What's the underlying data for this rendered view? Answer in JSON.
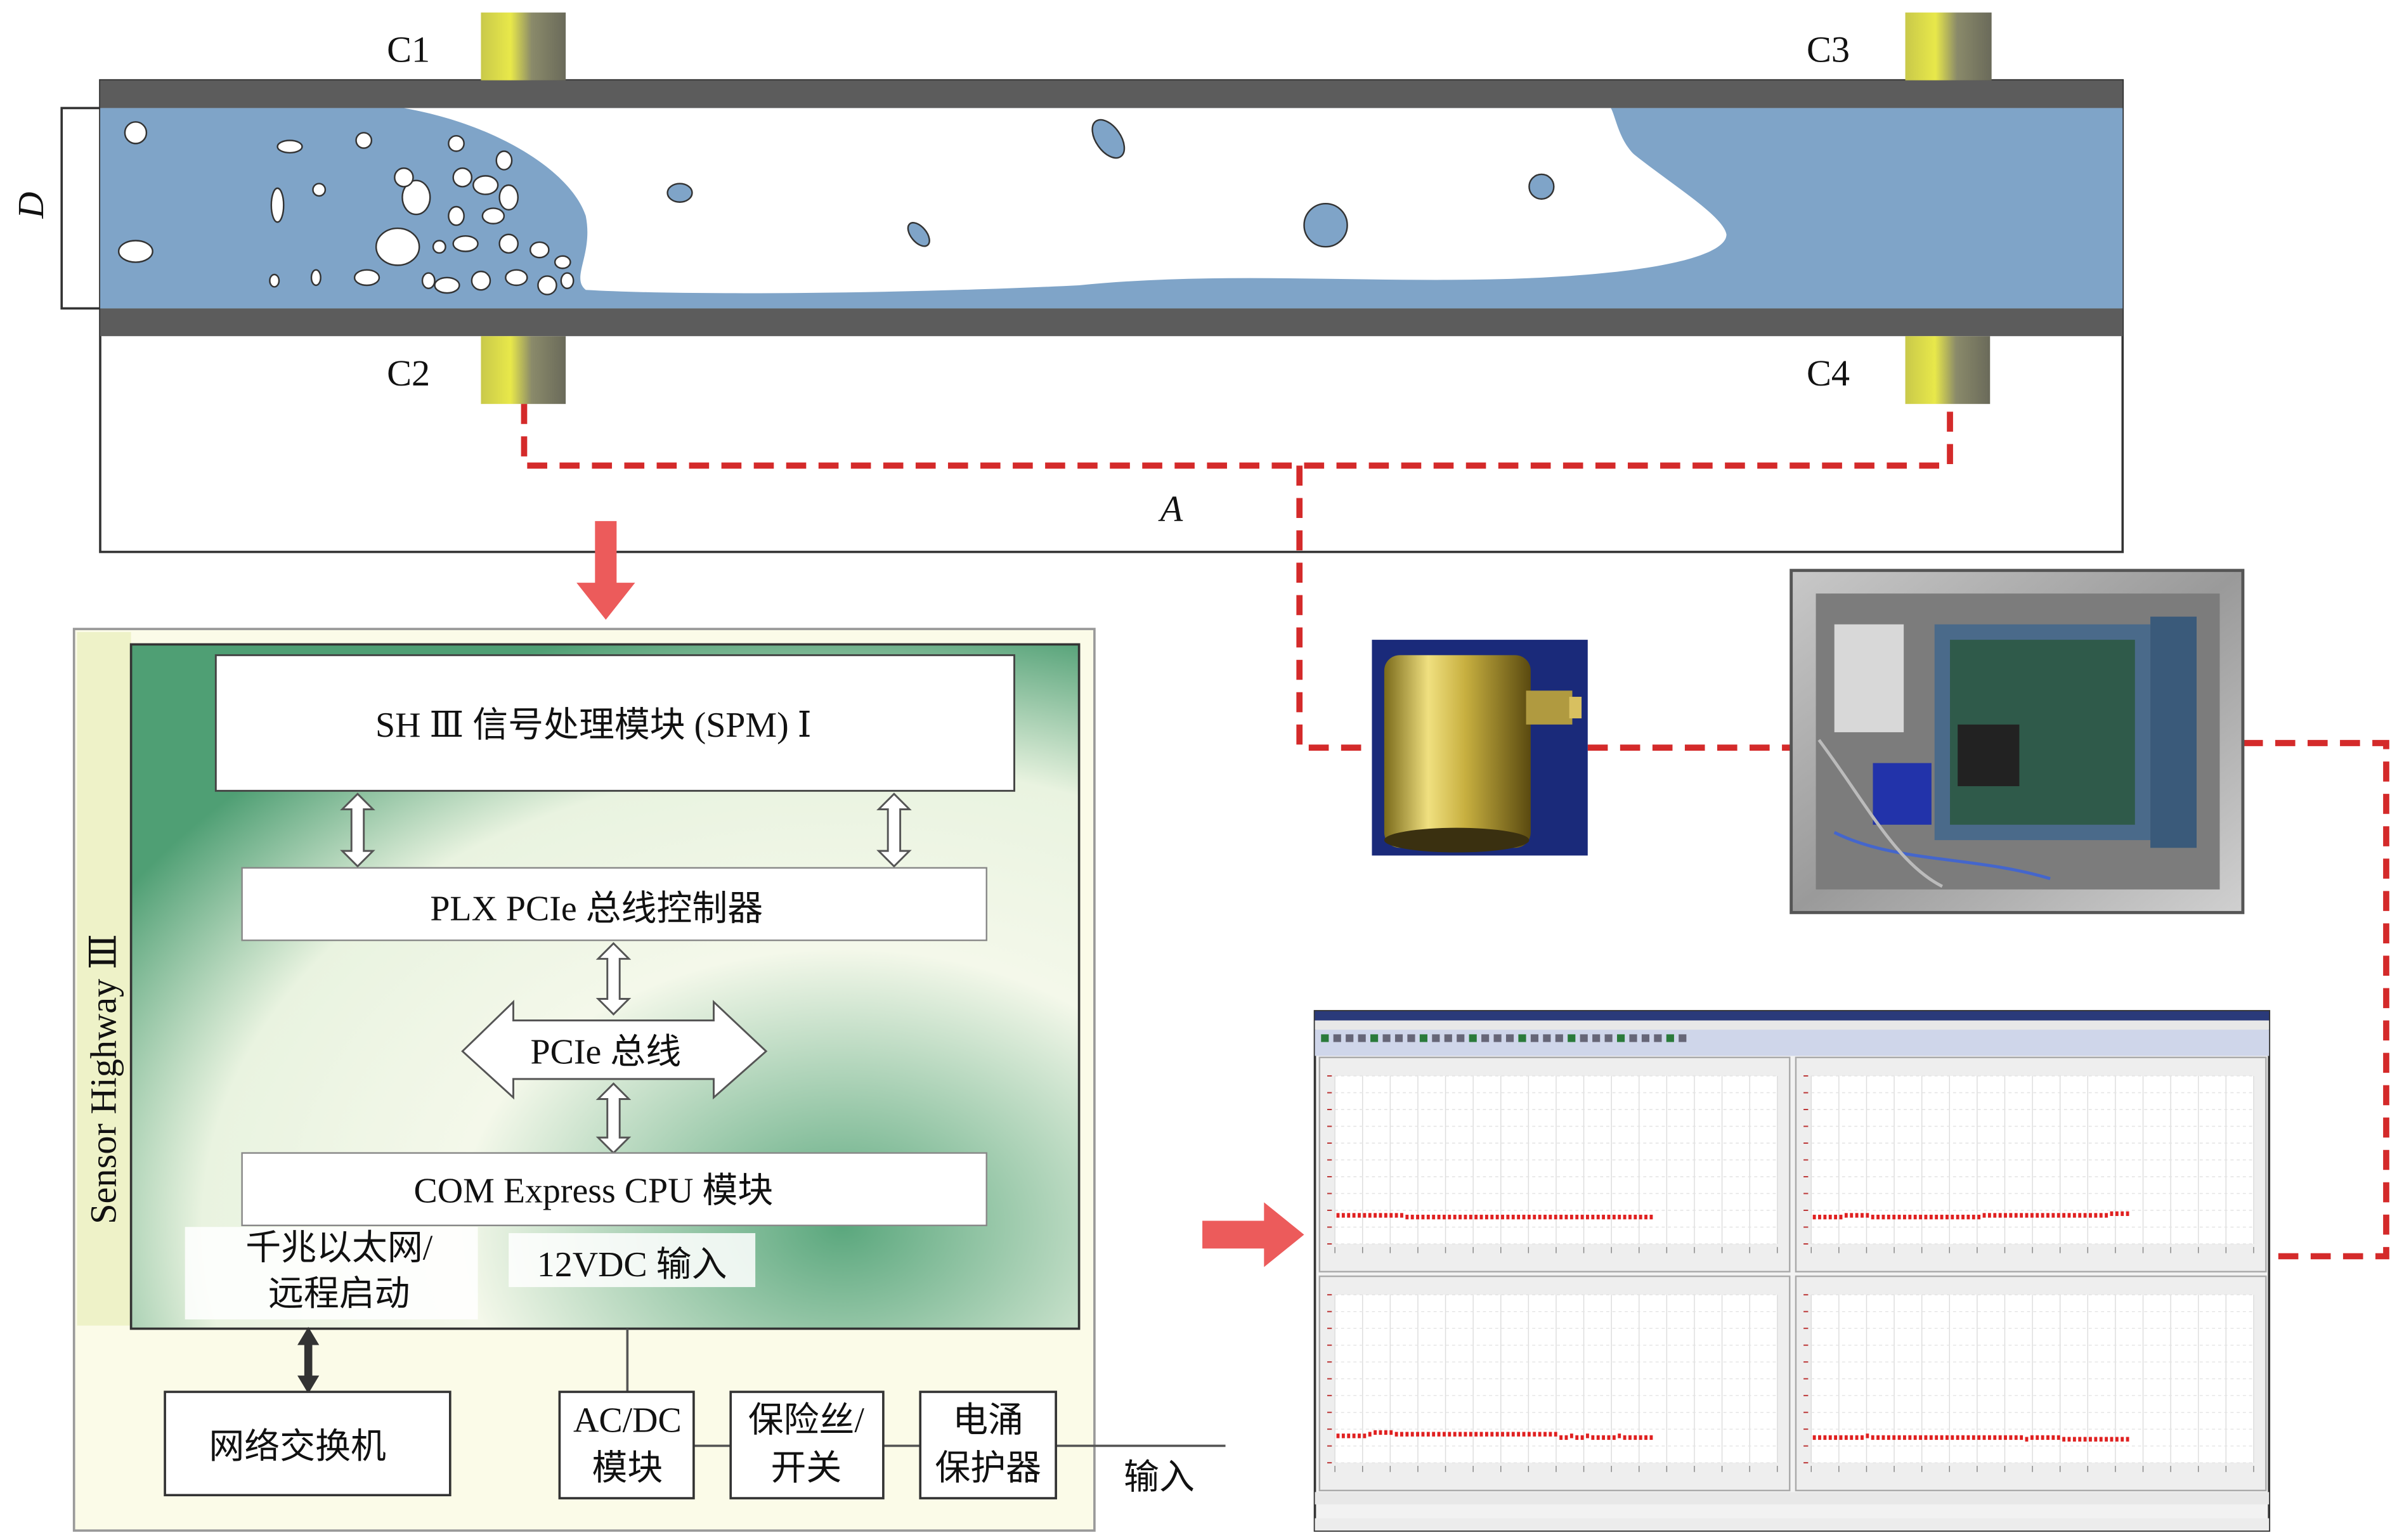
{
  "pipe": {
    "sensor_labels": [
      "C1",
      "C2",
      "C3",
      "C4"
    ],
    "diameter_label": "D",
    "cable_label": "A"
  },
  "block_diagram": {
    "system_label": "Sensor Highway Ⅲ",
    "spm_module": "SH Ⅲ 信号处理模块 (SPM) Ⅰ",
    "plx_controller": "PLX PCIe 总线控制器",
    "pcie_bus": "PCIe 总线",
    "cpu_module": "COM Express CPU 模块",
    "ethernet_line1": "千兆以太网/",
    "ethernet_line2": "远程启动",
    "power_input": "12VDC 输入",
    "network_switch": "网络交换机",
    "acdc_line1": "AC/DC",
    "acdc_line2": "模块",
    "fuse_line1": "保险丝/",
    "fuse_line2": "开关",
    "surge_line1": "电涌",
    "surge_line2": "保护器",
    "external_input": "输入"
  },
  "colors": {
    "fluid": "#7fa4c8",
    "pipe_wall": "#5c5c5c",
    "cable": "#d42a2a",
    "arrow": "#ec5b5b",
    "board": "#5fae84",
    "chart_points": "#e02020"
  },
  "chart_data": [
    {
      "type": "scatter",
      "panel": "top-left",
      "ylim": [
        0,
        10
      ],
      "xlim": [
        0,
        50
      ],
      "values": [
        1.7,
        1.7,
        1.7,
        1.7,
        1.7,
        1.7,
        1.7,
        1.7,
        1.7,
        1.7,
        1.7,
        1.7,
        1.7,
        1.6,
        1.6,
        1.6,
        1.6,
        1.6,
        1.6,
        1.6,
        1.6,
        1.6,
        1.6,
        1.6,
        1.6,
        1.6,
        1.6,
        1.6,
        1.6,
        1.6,
        1.6,
        1.6,
        1.6,
        1.6,
        1.6,
        1.6,
        1.6,
        1.6,
        1.6,
        1.6,
        1.6,
        1.6,
        1.6,
        1.6,
        1.6,
        1.6,
        1.6,
        1.6,
        1.6,
        1.6,
        1.6,
        1.6,
        1.6,
        1.6,
        1.6,
        1.6,
        1.6,
        1.6,
        1.6,
        1.6
      ]
    },
    {
      "type": "scatter",
      "panel": "top-right",
      "ylim": [
        0,
        10
      ],
      "xlim": [
        0,
        50
      ],
      "values": [
        1.6,
        1.6,
        1.6,
        1.6,
        1.6,
        1.6,
        1.7,
        1.7,
        1.7,
        1.7,
        1.7,
        1.6,
        1.6,
        1.6,
        1.6,
        1.6,
        1.6,
        1.6,
        1.6,
        1.6,
        1.6,
        1.6,
        1.6,
        1.6,
        1.6,
        1.6,
        1.6,
        1.6,
        1.6,
        1.6,
        1.6,
        1.6,
        1.7,
        1.7,
        1.7,
        1.7,
        1.7,
        1.7,
        1.7,
        1.7,
        1.7,
        1.7,
        1.7,
        1.7,
        1.7,
        1.7,
        1.7,
        1.7,
        1.7,
        1.7,
        1.7,
        1.7,
        1.7,
        1.7,
        1.7,
        1.7,
        1.8,
        1.8,
        1.8,
        1.8
      ]
    },
    {
      "type": "scatter",
      "panel": "bottom-left",
      "ylim": [
        0,
        10
      ],
      "xlim": [
        0,
        50
      ],
      "values": [
        1.6,
        1.6,
        1.6,
        1.6,
        1.6,
        1.6,
        1.7,
        1.8,
        1.8,
        1.8,
        1.8,
        1.7,
        1.7,
        1.7,
        1.7,
        1.7,
        1.7,
        1.7,
        1.7,
        1.7,
        1.7,
        1.7,
        1.7,
        1.7,
        1.7,
        1.7,
        1.7,
        1.7,
        1.7,
        1.7,
        1.7,
        1.7,
        1.7,
        1.7,
        1.7,
        1.7,
        1.7,
        1.7,
        1.7,
        1.7,
        1.7,
        1.7,
        1.5,
        1.5,
        1.6,
        1.5,
        1.5,
        1.6,
        1.5,
        1.5,
        1.5,
        1.5,
        1.5,
        1.6,
        1.5,
        1.5,
        1.5,
        1.5,
        1.5,
        1.5
      ]
    },
    {
      "type": "scatter",
      "panel": "bottom-right",
      "ylim": [
        0,
        10
      ],
      "xlim": [
        0,
        50
      ],
      "values": [
        1.5,
        1.5,
        1.5,
        1.5,
        1.5,
        1.5,
        1.5,
        1.5,
        1.5,
        1.5,
        1.6,
        1.5,
        1.5,
        1.5,
        1.5,
        1.5,
        1.5,
        1.5,
        1.5,
        1.5,
        1.5,
        1.5,
        1.5,
        1.5,
        1.5,
        1.5,
        1.5,
        1.5,
        1.5,
        1.5,
        1.5,
        1.5,
        1.5,
        1.5,
        1.5,
        1.5,
        1.5,
        1.5,
        1.5,
        1.5,
        1.4,
        1.5,
        1.5,
        1.5,
        1.5,
        1.5,
        1.5,
        1.4,
        1.4,
        1.4,
        1.4,
        1.4,
        1.4,
        1.4,
        1.4,
        1.4,
        1.4,
        1.4,
        1.4,
        1.4
      ]
    }
  ]
}
